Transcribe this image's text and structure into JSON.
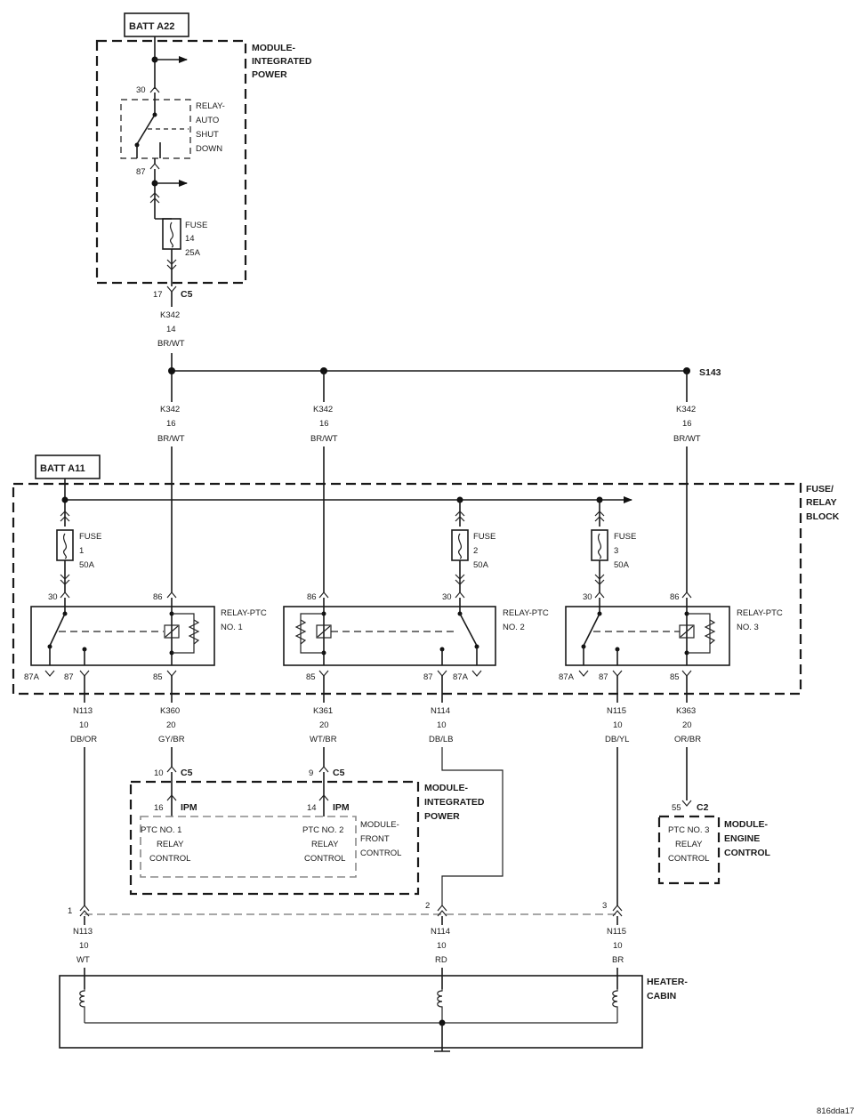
{
  "titles": {
    "batt_a22": "BATT A22",
    "batt_a11": "BATT A11",
    "mip_top": [
      "MODULE-",
      "INTEGRATED",
      "POWER"
    ],
    "mip_mid": [
      "MODULE-",
      "INTEGRATED",
      "POWER"
    ],
    "fuse_relay_block": [
      "FUSE/",
      "RELAY",
      "BLOCK"
    ],
    "module_engine_control": [
      "MODULE-",
      "ENGINE",
      "CONTROL"
    ],
    "heater_cabin": [
      "HEATER-",
      "CABIN"
    ]
  },
  "asd_relay": {
    "label": [
      "RELAY-",
      "AUTO",
      "SHUT",
      "DOWN"
    ],
    "pin_in": "30",
    "pin_out": "87"
  },
  "fuse14": {
    "label": [
      "FUSE",
      "14",
      "25A"
    ]
  },
  "connector_c5_top": {
    "pin": "17",
    "name": "C5"
  },
  "wire_k342_main": [
    "K342",
    "14",
    "BR/WT"
  ],
  "splice": {
    "name": "S143"
  },
  "k342_branches": [
    [
      "K342",
      "16",
      "BR/WT"
    ],
    [
      "K342",
      "16",
      "BR/WT"
    ],
    [
      "K342",
      "16",
      "BR/WT"
    ]
  ],
  "block_fuses": [
    [
      "FUSE",
      "1",
      "50A"
    ],
    [
      "FUSE",
      "2",
      "50A"
    ],
    [
      "FUSE",
      "3",
      "50A"
    ]
  ],
  "relays": [
    {
      "label": [
        "RELAY-PTC",
        "NO. 1"
      ],
      "pins": {
        "p30": "30",
        "p86": "86",
        "p87a": "87A",
        "p87": "87",
        "p85": "85"
      }
    },
    {
      "label": [
        "RELAY-PTC",
        "NO. 2"
      ],
      "pins": {
        "p30": "30",
        "p86": "86",
        "p87a": "87A",
        "p87": "87",
        "p85": "85"
      }
    },
    {
      "label": [
        "RELAY-PTC",
        "NO. 3"
      ],
      "pins": {
        "p30": "30",
        "p86": "86",
        "p87a": "87A",
        "p87": "87",
        "p85": "85"
      }
    }
  ],
  "wires_out": [
    [
      "N113",
      "10",
      "DB/OR"
    ],
    [
      "K360",
      "20",
      "GY/BR"
    ],
    [
      "K361",
      "20",
      "WT/BR"
    ],
    [
      "N114",
      "10",
      "DB/LB"
    ],
    [
      "N115",
      "10",
      "DB/YL"
    ],
    [
      "K363",
      "20",
      "OR/BR"
    ]
  ],
  "c5_lower": [
    {
      "pin": "10",
      "name": "C5"
    },
    {
      "pin": "9",
      "name": "C5"
    }
  ],
  "ipm_pins": [
    {
      "pin": "16",
      "name": "IPM"
    },
    {
      "pin": "14",
      "name": "IPM"
    }
  ],
  "ptc_controls": [
    [
      "PTC NO. 1",
      "RELAY",
      "CONTROL"
    ],
    [
      "PTC NO. 2",
      "RELAY",
      "CONTROL"
    ]
  ],
  "module_front_control": [
    "MODULE-",
    "FRONT",
    "CONTROL"
  ],
  "c2": {
    "pin": "55",
    "name": "C2"
  },
  "ptc3_control": [
    "PTC NO. 3",
    "RELAY",
    "CONTROL"
  ],
  "heater_pins": [
    "1",
    "2",
    "3"
  ],
  "heater_wires": [
    [
      "N113",
      "10",
      "WT"
    ],
    [
      "N114",
      "10",
      "RD"
    ],
    [
      "N115",
      "10",
      "BR"
    ]
  ],
  "figure_code": "816dda17"
}
